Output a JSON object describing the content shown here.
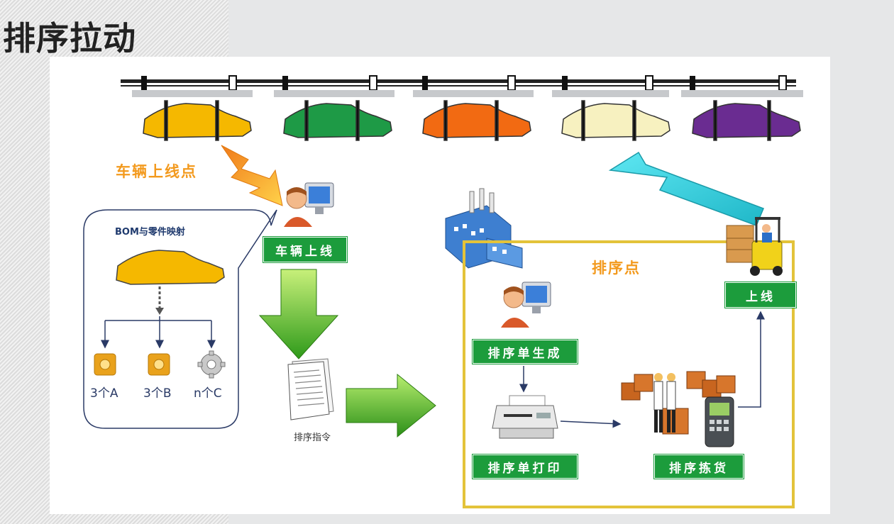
{
  "page": {
    "title": "排序拉动"
  },
  "diagram": {
    "entry_point_label": "车辆上线点",
    "bom_title": "BOM与零件映射",
    "parts": [
      "3个A",
      "3个B",
      "n个C"
    ],
    "vehicle_online_label": "车辆上线",
    "sequence_instruction_label": "排序指令",
    "sequencing_point_label": "排序点",
    "sequence_sheet_generate_label": "排序单生成",
    "sequence_sheet_print_label": "排序单打印",
    "sequence_picking_label": "排序拣货",
    "line_feed_label": "上线",
    "car_colors": [
      "#f5b800",
      "#1e9a46",
      "#f26a12",
      "#f7f1c0",
      "#6a2c91"
    ],
    "colors": {
      "label_green": "#1c9c3c",
      "accent_orange": "#f39a1e",
      "box_border": "#e3c33a",
      "arrow_cyan": "#2fd0e0"
    }
  }
}
